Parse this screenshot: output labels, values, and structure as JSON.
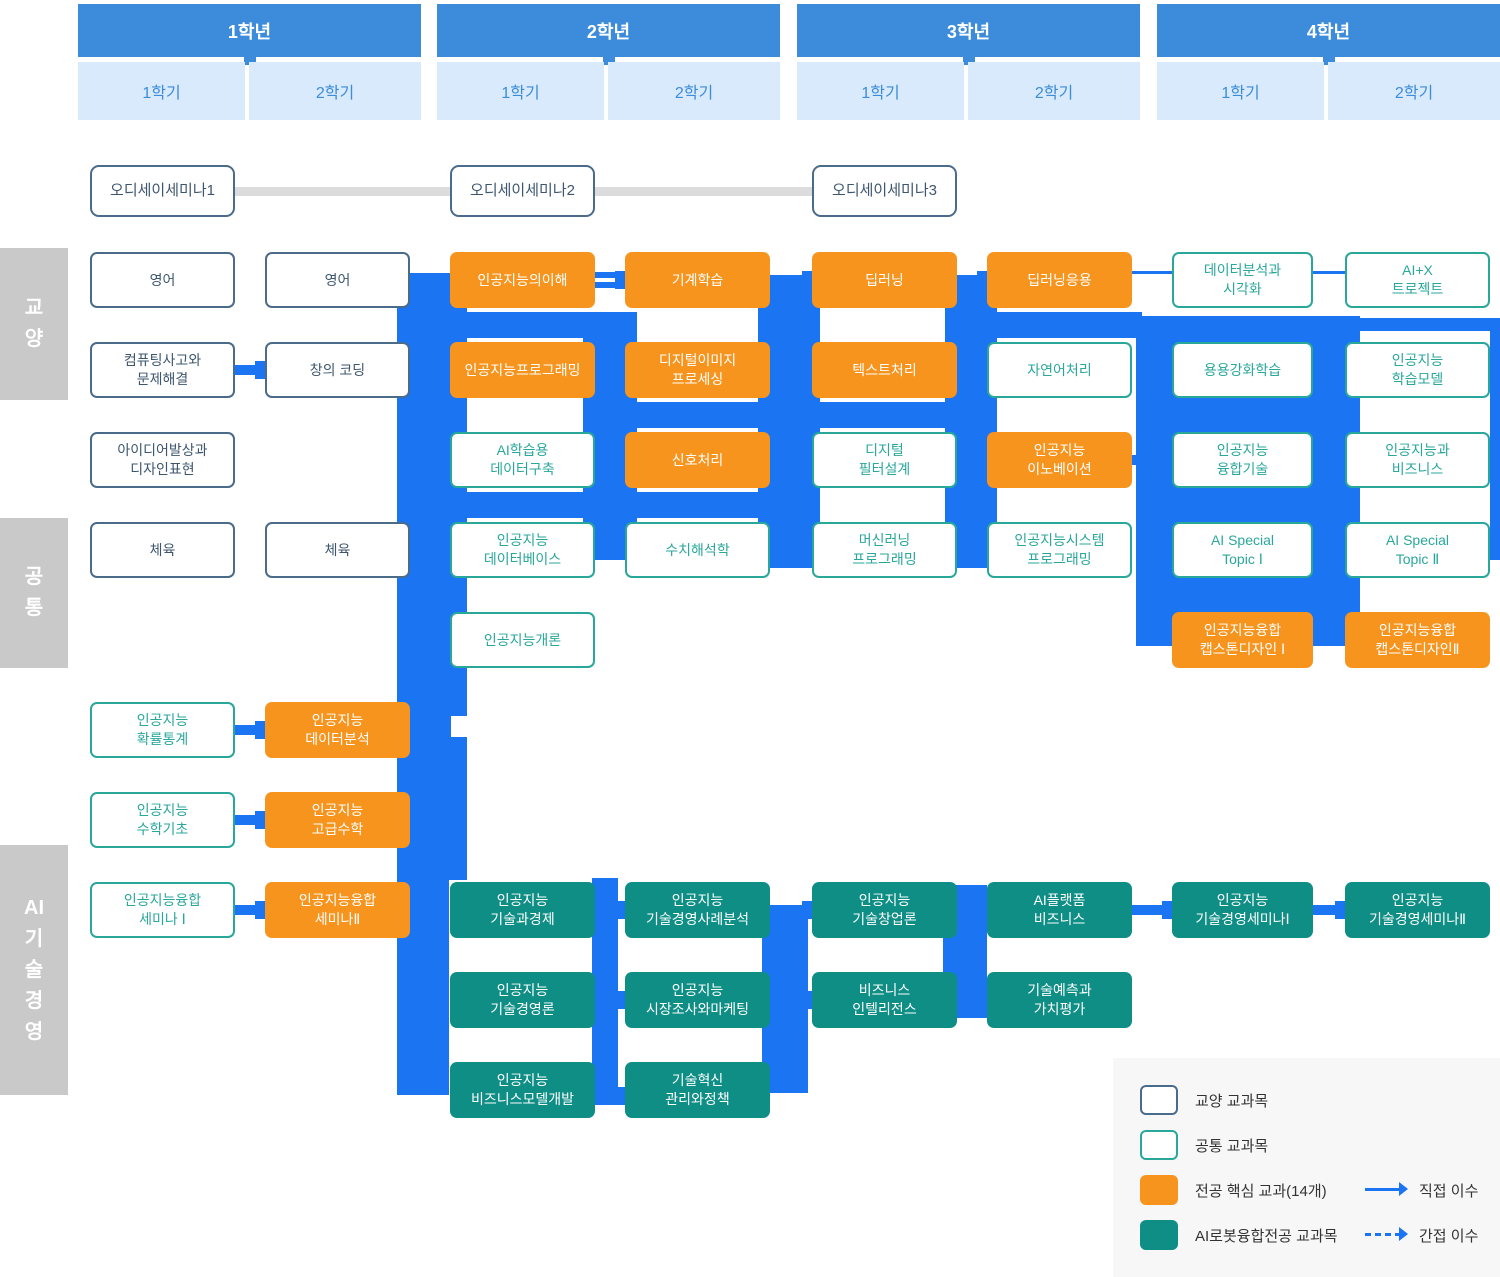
{
  "header": {
    "years": [
      {
        "label": "1학년",
        "semesters": [
          "1학기",
          "2학기"
        ]
      },
      {
        "label": "2학년",
        "semesters": [
          "1학기",
          "2학기"
        ]
      },
      {
        "label": "3학년",
        "semesters": [
          "1학기",
          "2학기"
        ]
      },
      {
        "label": "4학년",
        "semesters": [
          "1학기",
          "2학기"
        ]
      }
    ]
  },
  "side_labels": [
    {
      "id": "gyoyang",
      "lines": [
        "교",
        "양"
      ]
    },
    {
      "id": "gongtong",
      "lines": [
        "공",
        "통"
      ]
    },
    {
      "id": "ai-tech",
      "lines": [
        "AI",
        "기",
        "술",
        "경",
        "영"
      ]
    }
  ],
  "courses": [
    {
      "label": "오디세이세미나1",
      "type": "gen",
      "col": "c11",
      "row": "r0",
      "odyssey": true
    },
    {
      "label": "오디세이세미나2",
      "type": "gen",
      "col": "c21",
      "row": "r0",
      "odyssey": true
    },
    {
      "label": "오디세이세미나3",
      "type": "gen",
      "col": "c31",
      "row": "r0",
      "odyssey": true
    },
    {
      "label": "영어",
      "type": "gen",
      "col": "c11",
      "row": "r1"
    },
    {
      "label": "영어",
      "type": "gen",
      "col": "c12",
      "row": "r1"
    },
    {
      "label": "컴퓨팅사고와\n문제해결",
      "type": "gen",
      "col": "c11",
      "row": "r2"
    },
    {
      "label": "창의 코딩",
      "type": "gen",
      "col": "c12",
      "row": "r2"
    },
    {
      "label": "아이디어발상과\n디자인표현",
      "type": "gen",
      "col": "c11",
      "row": "r3"
    },
    {
      "label": "체육",
      "type": "gen",
      "col": "c11",
      "row": "r4"
    },
    {
      "label": "체육",
      "type": "gen",
      "col": "c12",
      "row": "r4"
    },
    {
      "label": "인공지능의이해",
      "type": "core",
      "col": "c21",
      "row": "r1"
    },
    {
      "label": "인공지능프로그래밍",
      "type": "core",
      "col": "c21",
      "row": "r2"
    },
    {
      "label": "AI학습용\n데이터구축",
      "type": "common",
      "col": "c21",
      "row": "r3"
    },
    {
      "label": "인공지능\n데이터베이스",
      "type": "common",
      "col": "c21",
      "row": "r4"
    },
    {
      "label": "인공지능개론",
      "type": "common",
      "col": "c21",
      "row": "r5"
    },
    {
      "label": "기계학습",
      "type": "core",
      "col": "c22",
      "row": "r1"
    },
    {
      "label": "디지털이미지\n프로세싱",
      "type": "core",
      "col": "c22",
      "row": "r2"
    },
    {
      "label": "신호처리",
      "type": "core",
      "col": "c22",
      "row": "r3"
    },
    {
      "label": "수치해석학",
      "type": "common",
      "col": "c22",
      "row": "r4"
    },
    {
      "label": "딥러닝",
      "type": "core",
      "col": "c31",
      "row": "r1"
    },
    {
      "label": "텍스트처리",
      "type": "core",
      "col": "c31",
      "row": "r2"
    },
    {
      "label": "디지털\n필터설계",
      "type": "common",
      "col": "c31",
      "row": "r3"
    },
    {
      "label": "머신러닝\n프로그래밍",
      "type": "common",
      "col": "c31",
      "row": "r4"
    },
    {
      "label": "딥러닝응용",
      "type": "core",
      "col": "c32",
      "row": "r1"
    },
    {
      "label": "자연어처리",
      "type": "common",
      "col": "c32",
      "row": "r2"
    },
    {
      "label": "인공지능\n이노베이션",
      "type": "core",
      "col": "c32",
      "row": "r3"
    },
    {
      "label": "인공지능시스템\n프로그래밍",
      "type": "common",
      "col": "c32",
      "row": "r4"
    },
    {
      "label": "데이터분석과\n시각화",
      "type": "common",
      "col": "c41",
      "row": "r1"
    },
    {
      "label": "용용강화학습",
      "type": "common",
      "col": "c41",
      "row": "r2"
    },
    {
      "label": "인공지능\n융합기술",
      "type": "common",
      "col": "c41",
      "row": "r3"
    },
    {
      "label": "AI Special\nTopic Ⅰ",
      "type": "common",
      "col": "c41",
      "row": "r4"
    },
    {
      "label": "인공지능융합\n캡스톤디자인 Ⅰ",
      "type": "core",
      "col": "c41",
      "row": "r5"
    },
    {
      "label": "AI+X\n트로젝트",
      "type": "common",
      "col": "c42",
      "row": "r1"
    },
    {
      "label": "인공지능\n학습모델",
      "type": "common",
      "col": "c42",
      "row": "r2"
    },
    {
      "label": "인공지능과\n비즈니스",
      "type": "common",
      "col": "c42",
      "row": "r3"
    },
    {
      "label": "AI Special\nTopic Ⅱ",
      "type": "common",
      "col": "c42",
      "row": "r4"
    },
    {
      "label": "인공지능융합\n캡스톤디자인Ⅱ",
      "type": "core",
      "col": "c42",
      "row": "r5"
    },
    {
      "label": "인공지능\n확률통계",
      "type": "common",
      "col": "c11",
      "row": "r6"
    },
    {
      "label": "인공지능\n데이터분석",
      "type": "core",
      "col": "c12",
      "row": "r6"
    },
    {
      "label": "인공지능\n수학기초",
      "type": "common",
      "col": "c11",
      "row": "r7"
    },
    {
      "label": "인공지능\n고급수학",
      "type": "core",
      "col": "c12",
      "row": "r7"
    },
    {
      "label": "인공지능융합\n세미나 Ⅰ",
      "type": "common",
      "col": "c11",
      "row": "r8"
    },
    {
      "label": "인공지능융합\n세미나Ⅱ",
      "type": "core",
      "col": "c12",
      "row": "r8"
    },
    {
      "label": "인공지능\n기술과경제",
      "type": "robot",
      "col": "c21",
      "row": "r8"
    },
    {
      "label": "인공지능\n기술경영론",
      "type": "robot",
      "col": "c21",
      "row": "r9"
    },
    {
      "label": "인공지능\n비즈니스모델개발",
      "type": "robot",
      "col": "c21",
      "row": "r10"
    },
    {
      "label": "인공지능\n기술경영사례분석",
      "type": "robot",
      "col": "c22",
      "row": "r8"
    },
    {
      "label": "인공지능\n시장조사와마케팅",
      "type": "robot",
      "col": "c22",
      "row": "r9"
    },
    {
      "label": "기술혁신\n관리와정책",
      "type": "robot",
      "col": "c22",
      "row": "r10"
    },
    {
      "label": "인공지능\n기술창업론",
      "type": "robot",
      "col": "c31",
      "row": "r8"
    },
    {
      "label": "비즈니스\n인텔리전스",
      "type": "robot",
      "col": "c31",
      "row": "r9"
    },
    {
      "label": "AI플랫폼\n비즈니스",
      "type": "robot",
      "col": "c32",
      "row": "r8"
    },
    {
      "label": "기술예측과\n가치평가",
      "type": "robot",
      "col": "c32",
      "row": "r9"
    },
    {
      "label": "인공지능\n기술경영세미나Ⅰ",
      "type": "robot",
      "col": "c41",
      "row": "r8"
    },
    {
      "label": "인공지능\n기술경영세미나Ⅱ",
      "type": "robot",
      "col": "c42",
      "row": "r8"
    }
  ],
  "legend": {
    "items": [
      {
        "type": "gen",
        "label": "교양 교과목"
      },
      {
        "type": "common",
        "label": "공통 교과목"
      },
      {
        "type": "core",
        "label": "전공 핵심 교과(14개)",
        "arrow": "solid",
        "arrow_label": "직접 이수"
      },
      {
        "type": "robot",
        "label": "AI로봇융합전공 교과목",
        "arrow": "dashed",
        "arrow_label": "간접 이수"
      }
    ]
  },
  "colors": {
    "year_bar": "#3d8cdb",
    "semester_bg": "#d8eafb",
    "gen_border": "#4a6b8a",
    "common_border": "#2aa79b",
    "core_fill": "#f7941e",
    "robot_fill": "#0e8e85",
    "connector_blue": "#1b74f1",
    "side_label_bg": "#c9c9c9",
    "odyssey_line": "#dcdcdc",
    "legend_bg": "#f7f7f7"
  }
}
